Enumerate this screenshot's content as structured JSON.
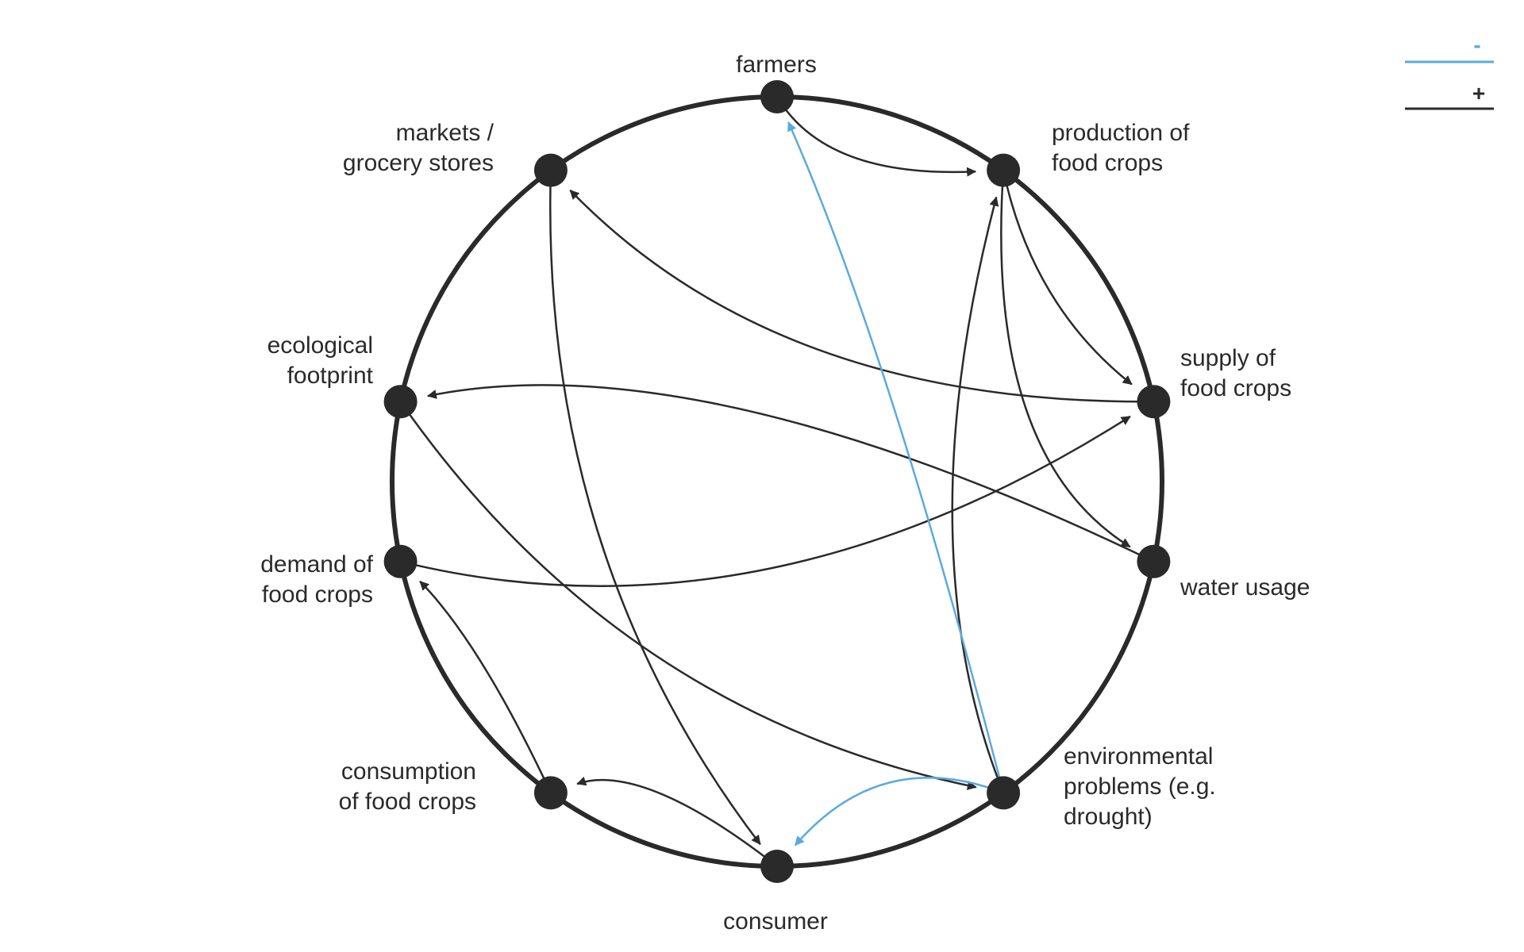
{
  "colors": {
    "positive": "#2a2a2a",
    "negative": "#5aaae0",
    "circle": "#2a2a2a",
    "node": "#2a2a2a"
  },
  "legend": {
    "negative_label": "-",
    "positive_label": "+"
  },
  "nodes": [
    {
      "id": "farmers",
      "lines": [
        "farmers"
      ]
    },
    {
      "id": "production",
      "lines": [
        "production of",
        "food crops"
      ]
    },
    {
      "id": "supply",
      "lines": [
        "supply of",
        "food crops"
      ]
    },
    {
      "id": "water",
      "lines": [
        "water usage"
      ]
    },
    {
      "id": "environment",
      "lines": [
        "environmental",
        "problems (e.g.",
        "drought)"
      ]
    },
    {
      "id": "consumer",
      "lines": [
        "consumer"
      ]
    },
    {
      "id": "consumption",
      "lines": [
        "consumption",
        "of food crops"
      ]
    },
    {
      "id": "demand",
      "lines": [
        "demand of",
        "food crops"
      ]
    },
    {
      "id": "footprint",
      "lines": [
        "ecological",
        "footprint"
      ]
    },
    {
      "id": "markets",
      "lines": [
        "markets /",
        "grocery stores"
      ]
    }
  ],
  "edges": [
    {
      "from": "farmers",
      "to": "production",
      "polarity": "+"
    },
    {
      "from": "production",
      "to": "supply",
      "polarity": "+"
    },
    {
      "from": "production",
      "to": "water",
      "polarity": "+"
    },
    {
      "from": "supply",
      "to": "markets",
      "polarity": "+"
    },
    {
      "from": "water",
      "to": "footprint",
      "polarity": "+"
    },
    {
      "from": "demand",
      "to": "supply",
      "polarity": "+"
    },
    {
      "from": "footprint",
      "to": "environment",
      "polarity": "+"
    },
    {
      "from": "markets",
      "to": "consumer",
      "polarity": "+"
    },
    {
      "from": "environment",
      "to": "production",
      "polarity": "+"
    },
    {
      "from": "environment",
      "to": "farmers",
      "polarity": "-"
    },
    {
      "from": "environment",
      "to": "consumer",
      "polarity": "-"
    },
    {
      "from": "consumer",
      "to": "consumption",
      "polarity": "+"
    },
    {
      "from": "consumption",
      "to": "demand",
      "polarity": "+"
    }
  ]
}
